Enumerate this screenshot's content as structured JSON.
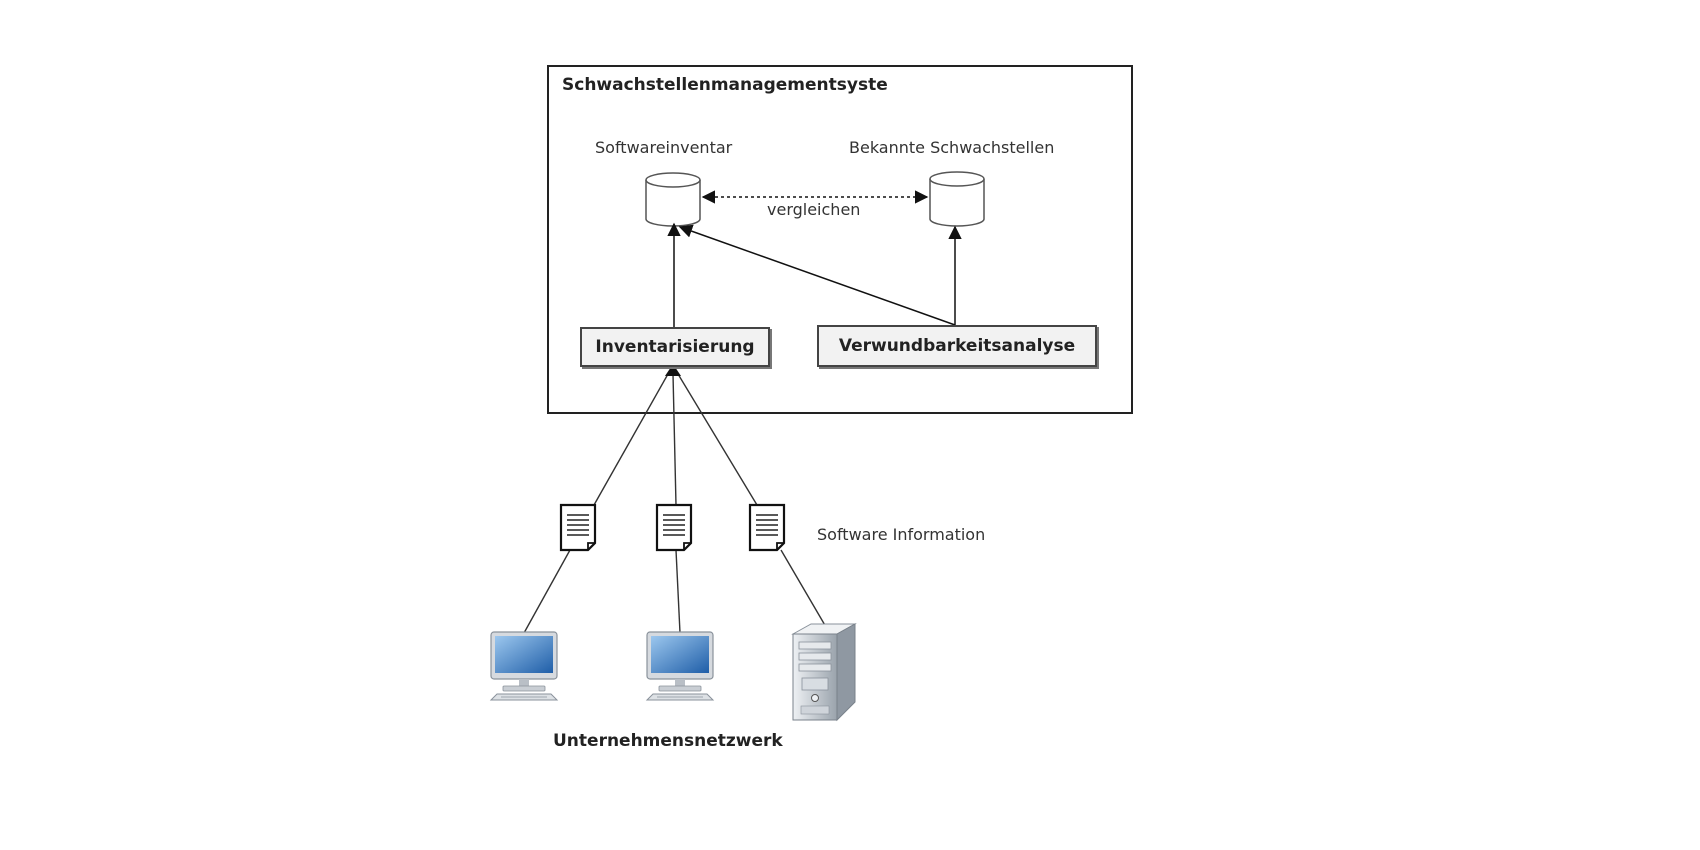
{
  "system": {
    "title": "Schwachstellenmanagementsyste"
  },
  "databases": {
    "inventory_label": "Softwareinventar",
    "known_vulns_label": "Bekannte Schwachstellen"
  },
  "relation": {
    "compare_label": "vergleichen"
  },
  "processes": {
    "inventory": "Inventarisierung",
    "vulnerability_analysis": "Verwundbarkeitsanalyse"
  },
  "documents": {
    "label": "Software Information"
  },
  "network": {
    "title": "Unternehmensnetzwerk"
  },
  "icons": [
    "database-icon",
    "document-icon",
    "desktop-computer-icon",
    "server-tower-icon"
  ]
}
